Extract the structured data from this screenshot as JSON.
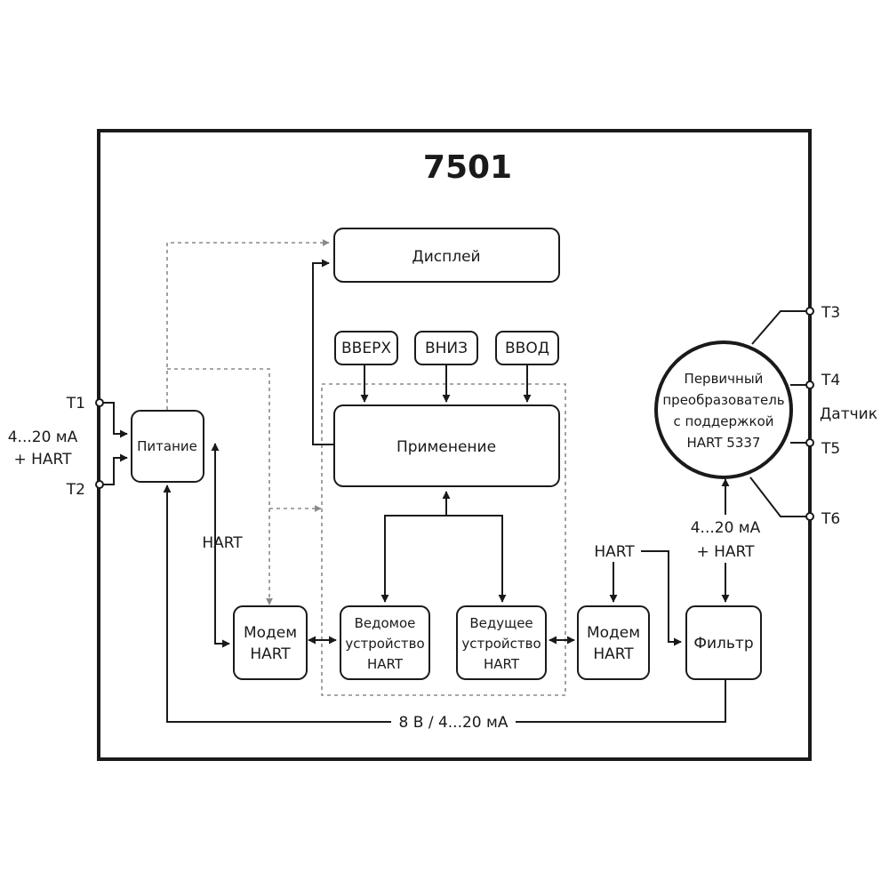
{
  "device_title": "7501",
  "blocks": {
    "display": "Дисплей",
    "up": "ВВЕРХ",
    "down": "ВНИЗ",
    "enter": "ВВОД",
    "application": "Применение",
    "power": "Питание",
    "modem_left": [
      "Модем",
      "HART"
    ],
    "slave": [
      "Ведомое",
      "устройство",
      "HART"
    ],
    "master": [
      "Ведущее",
      "устройство",
      "HART"
    ],
    "modem_right": [
      "Модем",
      "HART"
    ],
    "filter": "Фильтр",
    "sensor": [
      "Первичный",
      "преобразователь",
      "с поддержкой",
      "HART 5337"
    ]
  },
  "terminals": {
    "t1": "T1",
    "t2": "T2",
    "t3": "T3",
    "t4": "T4",
    "t5": "T5",
    "t6": "T6"
  },
  "labels": {
    "input_signal": [
      "4...20 мА",
      "+ HART"
    ],
    "hart_power": "HART",
    "hart_right": "HART",
    "sensor_signal": [
      "4...20 мА",
      "+ HART"
    ],
    "sensor_group": "Датчик",
    "bottom_bus": "8 В / 4...20 мА"
  }
}
